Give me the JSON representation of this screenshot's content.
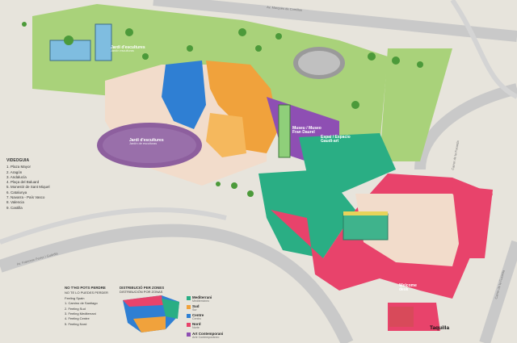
{
  "colors": {
    "background": "#e7e4dc",
    "road": "#bdbdbd",
    "grass": "#9ccc6a",
    "path": "#f2dccb",
    "mediterrani": "#2aae84",
    "sud": "#f0a23c",
    "centre": "#2f7fd3",
    "nord": "#e8436b",
    "art": "#8e4fb3"
  },
  "labels": {
    "jardi1": "Jardí d'escultures",
    "jardi1_sub": "Jardín esculturas",
    "jardi2": "Jardí d'escultures",
    "jardi2_sub": "Jardín de esculturas",
    "museu": "Museu",
    "museu_rest": "/ Museo",
    "fran": "Fran Daurel",
    "espai": "Espai /",
    "espai_rest": "Espacio",
    "gaudi": "Gaudi-art",
    "welcome": "Welcome",
    "desk": "desk",
    "taquilla": "Taquilla",
    "road_top": "Av. Marquès de Comillas",
    "road_left": "Av. Francesc Ferrer i Guàrdia",
    "road_right1": "Carrer de la Fuxarda",
    "road_right2": "Carrer de la Fuxarda"
  },
  "videoguia": {
    "title": "VIDEOGUIA",
    "items": [
      "1. Plaza Mayor",
      "2. Aragón",
      "3. Andalucía",
      "4. Plaça del Baluard",
      "5. Monestir de Sant Miquel",
      "6. Catalunya",
      "7. Navarra - País Vasco",
      "8. Valencia",
      "9. Castilla"
    ]
  },
  "must_see": {
    "title": "NO T'HO POTS PERDRE",
    "subtitle": "NO TE LO PUEDES PERDER",
    "items": [
      "Feeling Spain",
      "1. Camino de Santiago",
      "2. Feeling Sud",
      "3. Feeling Mediterrani",
      "4. Feeling Centre",
      "5. Feeling Nord"
    ]
  },
  "distribution": {
    "title": "DISTRIBUCIÓ PER ZONES",
    "subtitle": "DISTRIBUCIÓN POR ZONAS",
    "zones": [
      {
        "name": "Mediterrani",
        "sub": "Mediterráneo",
        "color": "#2aae84"
      },
      {
        "name": "Sud",
        "sub": "Sur",
        "color": "#f0a23c"
      },
      {
        "name": "Centre",
        "sub": "Centro",
        "color": "#2f7fd3"
      },
      {
        "name": "Nord",
        "sub": "Norte",
        "color": "#e8436b"
      },
      {
        "name": "Art Contemporani",
        "sub": "Arte Contemporáneo",
        "color": "#8e4fb3"
      }
    ]
  }
}
